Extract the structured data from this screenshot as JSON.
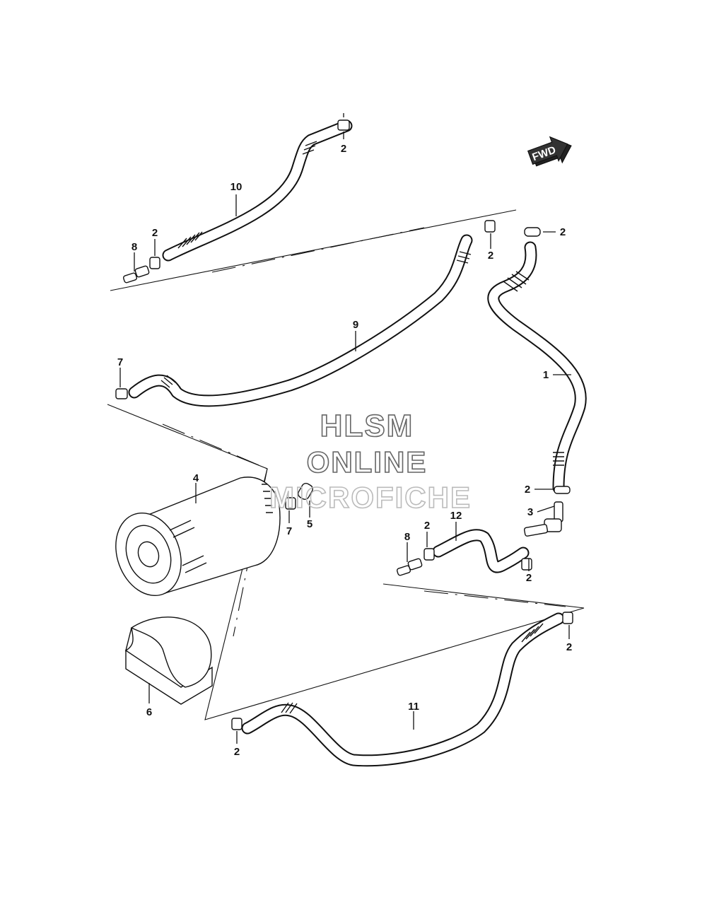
{
  "watermark": {
    "line1": "HLSM",
    "line2": "ONLINE",
    "line3": "MICROFICHE"
  },
  "direction_badge": {
    "label": "FWD",
    "icon": "forward-arrow-icon"
  },
  "callouts": {
    "c1": "1",
    "c2a": "2",
    "c2b": "2",
    "c2c": "2",
    "c2d": "2",
    "c2e": "2",
    "c2f": "2",
    "c2g": "2",
    "c2h": "2",
    "c2i": "2",
    "c3": "3",
    "c4": "4",
    "c5": "5",
    "c6": "6",
    "c7a": "7",
    "c7b": "7",
    "c8a": "8",
    "c8b": "8",
    "c9": "9",
    "c10": "10",
    "c11": "11",
    "c12": "12"
  }
}
